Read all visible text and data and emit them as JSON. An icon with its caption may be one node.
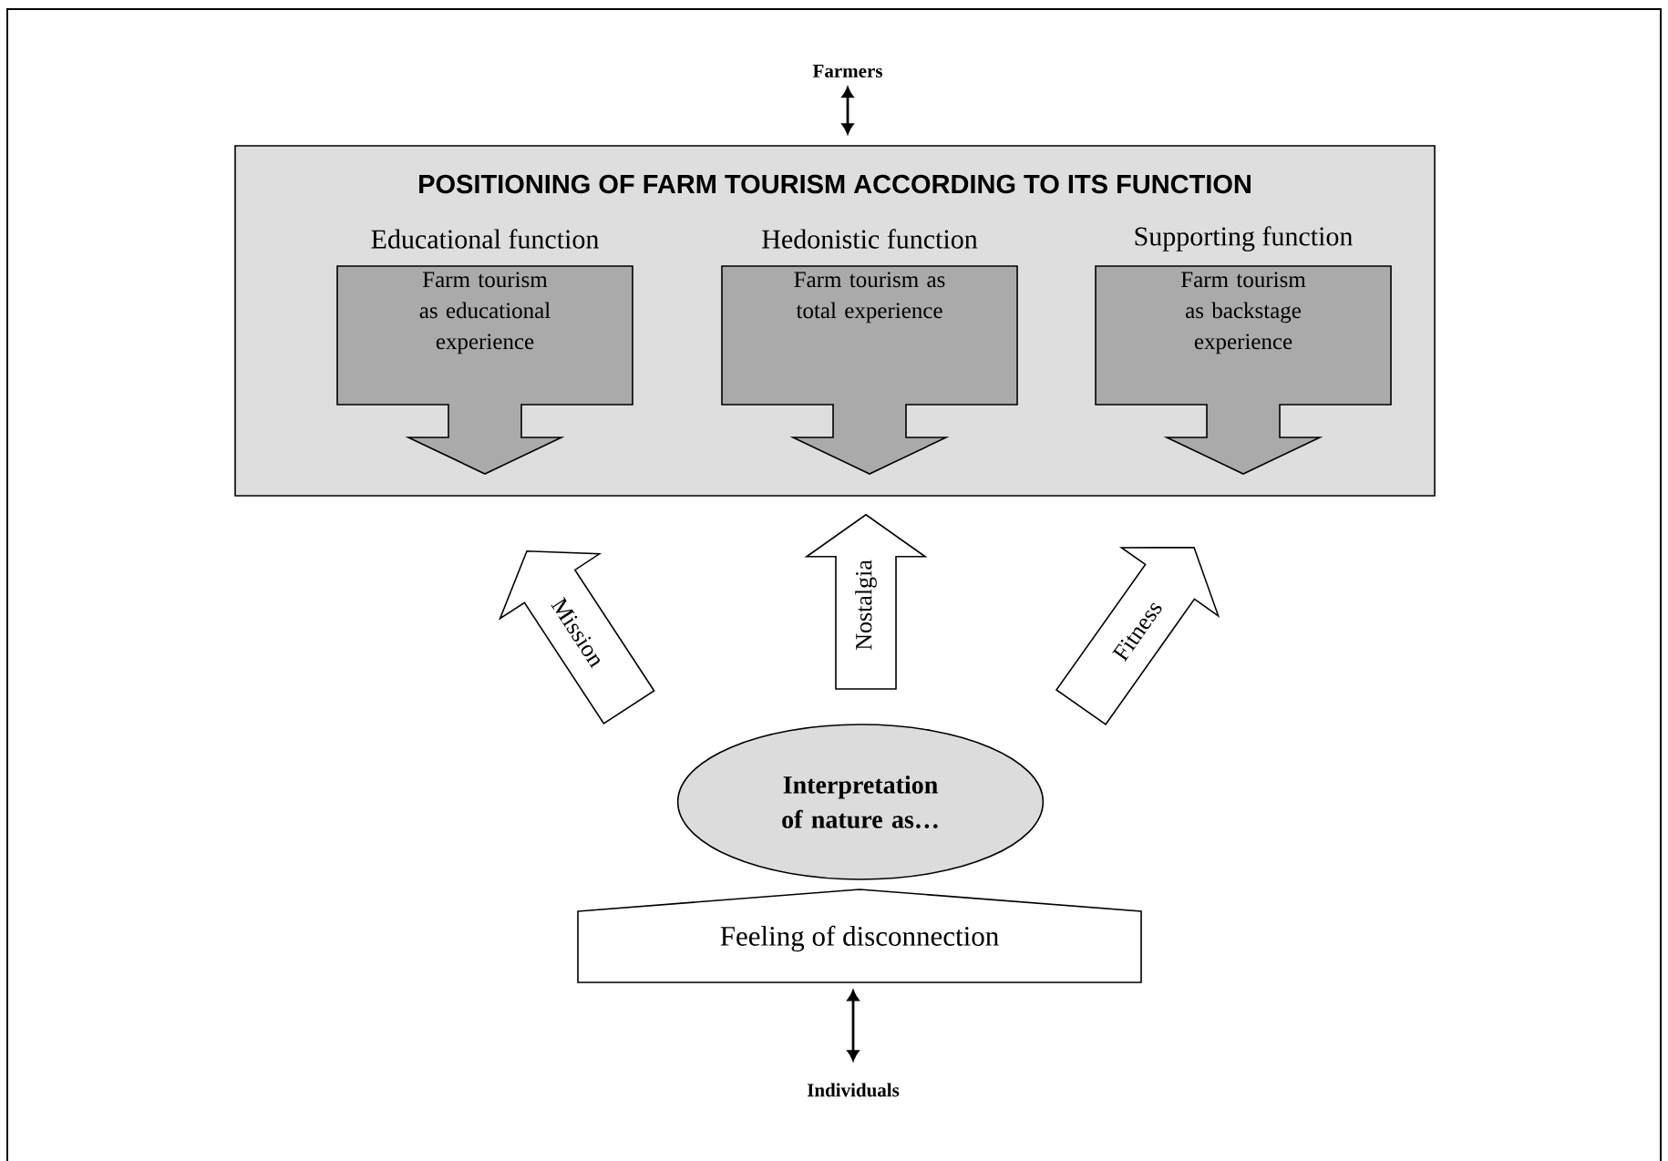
{
  "diagram": {
    "nodes": [
      {
        "text": [
          "Farmers"
        ]
      },
      {
        "text": [
          "POSITIONING OF FARM TOURISM ACCORDING TO ITS FUNCTION"
        ]
      },
      {
        "text": [
          "Educational function",
          "Farm tourism as educational experience"
        ],
        "in": 1
      },
      {
        "text": [
          "Hedonistic function",
          "Farm tourism as total experience"
        ],
        "in": 1
      },
      {
        "text": [
          "Supporting function",
          "Farm tourism as backstage experience"
        ],
        "in": 1
      },
      {
        "text": [
          "Interpretation of nature as…"
        ]
      },
      {
        "text": [
          "Feeling of disconnection"
        ]
      },
      {
        "text": [
          "Individuals"
        ]
      }
    ],
    "edges": [
      {
        "from": 0,
        "to": 1,
        "arrow": "both"
      },
      {
        "from": 5,
        "to": 1,
        "arrow": "to",
        "label": "Mission"
      },
      {
        "from": 5,
        "to": 1,
        "arrow": "to",
        "label": "Nostalgia"
      },
      {
        "from": 5,
        "to": 1,
        "arrow": "to",
        "label": "Fitness"
      },
      {
        "from": 6,
        "to": 7,
        "arrow": "both"
      }
    ]
  }
}
